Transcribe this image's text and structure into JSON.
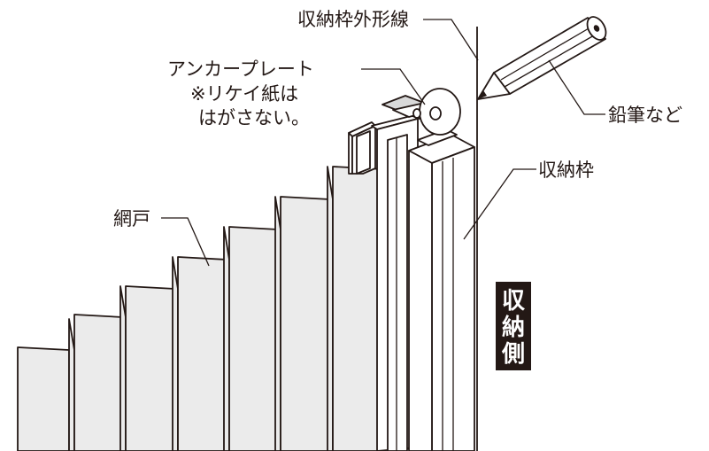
{
  "labels": {
    "frame_outline": "収納枠外形線",
    "anchor_plate": "アンカープレート",
    "anchor_note_line1": "※リケイ紙は",
    "anchor_note_line2": "はがさない。",
    "pencil": "鉛筆など",
    "frame": "収納枠",
    "screen": "網戸"
  },
  "side_badge": {
    "chars": [
      "収",
      "納",
      "側"
    ],
    "background": "#231815",
    "text_color": "#ffffff"
  },
  "colors": {
    "line": "#231815",
    "panel_fill": "#ebebeb",
    "background": "#ffffff"
  }
}
